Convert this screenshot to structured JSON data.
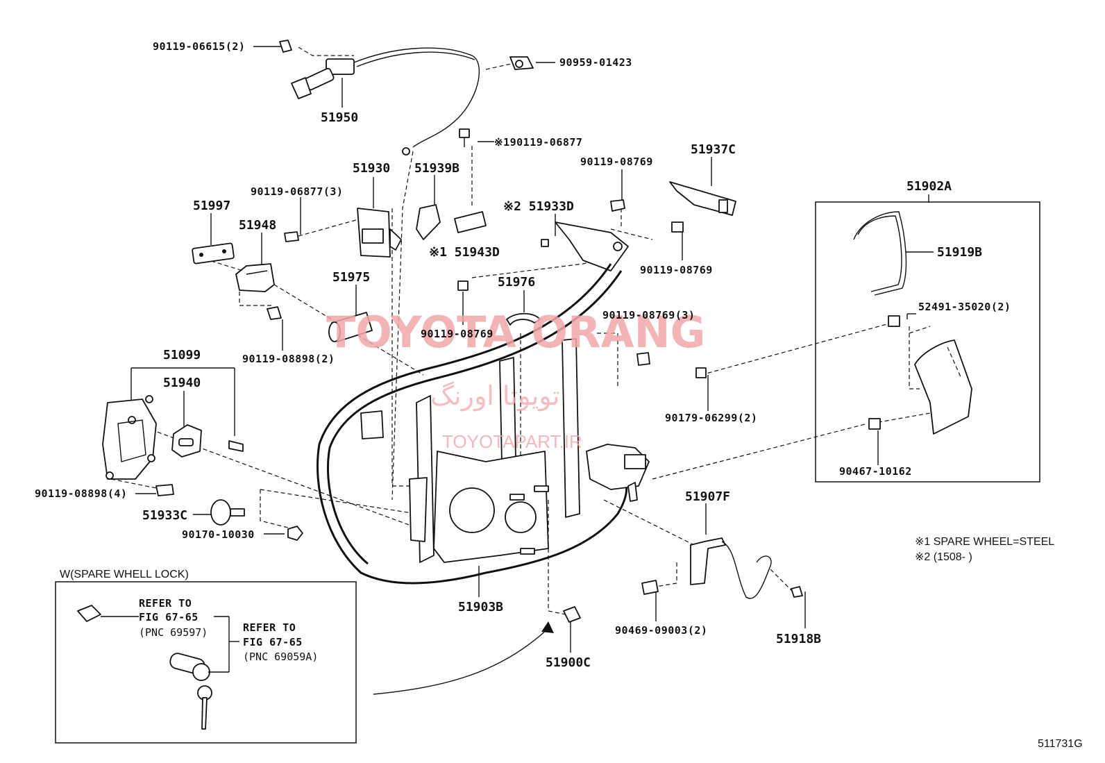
{
  "labels": {
    "p90119_06615": "90119-06615(2)",
    "p90959_01423": "90959-01423",
    "p51950": "51950",
    "p190119_06877": "※190119-06877",
    "p51930": "51930",
    "p51939B": "51939B",
    "p51937C": "51937C",
    "p90119_08769_a": "90119-08769",
    "p90119_06877_3": "90119-06877(3)",
    "p51997": "51997",
    "p51948": "51948",
    "p51933D": "※2 51933D",
    "p51943D": "※1 51943D",
    "p51902A": "51902A",
    "p51919B": "51919B",
    "p90119_08769_b": "90119-08769",
    "p51975": "51975",
    "p51976": "51976",
    "p90119_08769_3": "90119-08769(3)",
    "p52491_35020": "52491-35020(2)",
    "p90119_08898_2": "90119-08898(2)",
    "p90119_08769_c": "90119-08769",
    "p51099": "51099",
    "p51940": "51940",
    "p90179_06299": "90179-06299(2)",
    "p90467_10162": "90467-10162",
    "p90119_08898_4": "90119-08898(4)",
    "p51907F": "51907F",
    "p51933C": "51933C",
    "p90170_10030": "90170-10030",
    "p51903B": "51903B",
    "p90469_09003": "90469-09003(2)",
    "p51918B": "51918B",
    "p51900C": "51900C"
  },
  "inset": {
    "title": "W(SPARE WHELL LOCK)",
    "refer1_a": "REFER TO",
    "refer1_b": "FIG 67-65",
    "refer1_c": "(PNC 69597)",
    "refer2_a": "REFER TO",
    "refer2_b": "FIG 67-65",
    "refer2_c": "(PNC 69059A)"
  },
  "notes": {
    "note1": "※1  SPARE WHEEL=STEEL",
    "note2": "※2 (1508-      )"
  },
  "watermark": {
    "main": "TOYOTA ORANG",
    "persian": "تویوتا اورنگ",
    "site": "TOYOTAPART.IR"
  },
  "figure_id": "511731G"
}
